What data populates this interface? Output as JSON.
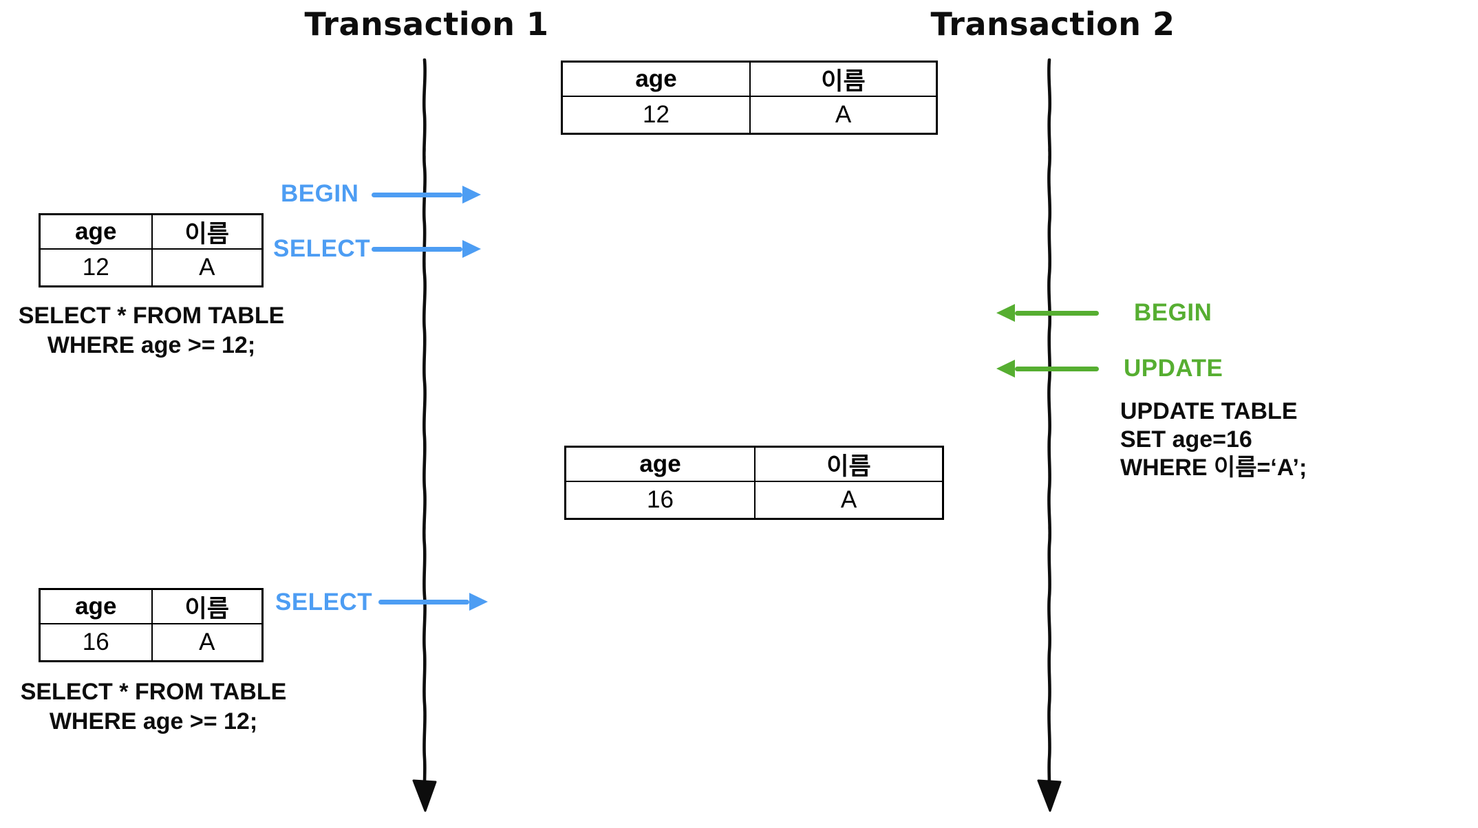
{
  "colors": {
    "blue": "#4D9DF3",
    "green": "#56AE31",
    "ink": "#0d0d0d",
    "background": "#ffffff"
  },
  "transaction1": {
    "title": "Transaction 1",
    "begin_label": "BEGIN",
    "select_label_1": "SELECT",
    "select_label_2": "SELECT",
    "query_1": {
      "line1": "SELECT * FROM TABLE",
      "line2": "WHERE age >= 12;"
    },
    "query_2": {
      "line1": "SELECT * FROM TABLE",
      "line2": "WHERE age >= 12;"
    },
    "result_1": {
      "headers": [
        "age",
        "이름"
      ],
      "row": [
        "12",
        "A"
      ]
    },
    "result_2": {
      "headers": [
        "age",
        "이름"
      ],
      "row": [
        "16",
        "A"
      ]
    }
  },
  "transaction2": {
    "title": "Transaction 2",
    "begin_label": "BEGIN",
    "update_label": "UPDATE",
    "query": {
      "line1": "UPDATE TABLE",
      "line2": "SET age=16",
      "line3": "WHERE 이름=‘A’;"
    }
  },
  "database": {
    "initial": {
      "headers": [
        "age",
        "이름"
      ],
      "row": [
        "12",
        "A"
      ]
    },
    "after_update": {
      "headers": [
        "age",
        "이름"
      ],
      "row": [
        "16",
        "A"
      ]
    }
  }
}
